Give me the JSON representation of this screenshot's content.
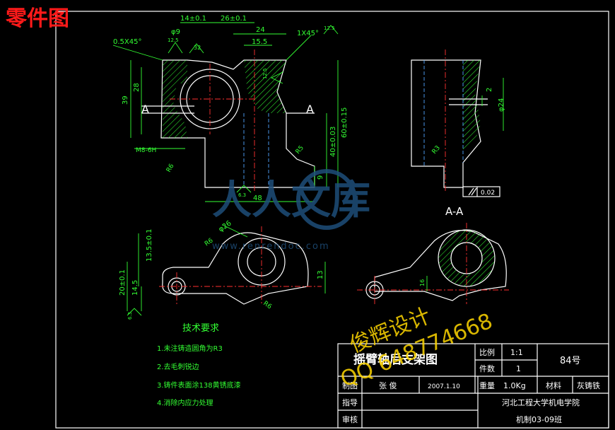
{
  "title": "零件图",
  "watermark": {
    "brand": "人人文库",
    "site": "www.renrendoc.com",
    "designer": "俊辉设计",
    "qq": "QQ 648774668"
  },
  "section_label": "A-A",
  "section_marks": [
    "A",
    "A"
  ],
  "dimensions": {
    "top_14": "14±0.1",
    "top_26": "26±0.1",
    "top_24": "24",
    "top_15_5": "15.5",
    "phi9": "φ9",
    "chamfer_left": "0.5X45°",
    "chamfer_right": "1X45°",
    "r125_a": "12.5",
    "r125_b": "12.5",
    "r32": "32",
    "r125_c": "12.5",
    "left_39": "39",
    "left_28": "28",
    "thread": "M8-6H",
    "r6_a": "R6",
    "r5": "R5",
    "right_60": "60±0.15",
    "right_40": "40±0.03",
    "right_9": "9",
    "bottom_48": "48",
    "r63": "6.3",
    "phi24": "φ24",
    "side_2": "2",
    "side_r3": "R3",
    "side_tol": "0.02",
    "phi26": "φ26",
    "r6_b": "R6",
    "r6_c": "R6",
    "left_13_5": "13.5±0.1",
    "left_20": "20±0.1",
    "left_14_5": "14.5",
    "right_13": "13",
    "r63_b": "6.3",
    "sec_16": "16"
  },
  "tech_requirements": {
    "heading": "技术要求",
    "items": [
      "1.未注铸造圆角为R3",
      "2.去毛刺锐边",
      "3.铸件表面涂138黄锈底漆",
      "4.消除内应力处理"
    ]
  },
  "title_block": {
    "part_name": "摇臂轴后支架图",
    "scale_label": "比例",
    "scale_value": "1:1",
    "qty_label": "件数",
    "qty_value": "1",
    "drawing_no": "84号",
    "draw_label": "制图",
    "drawer": "张 俊",
    "date": "2007.1.10",
    "weight_label": "重量",
    "weight_value": "1.0Kg",
    "material_label": "材料",
    "material_value": "灰铸铁",
    "guide_label": "指导",
    "review_label": "审核",
    "school": "河北工程大学机电学院",
    "class": "机制03-09班"
  }
}
